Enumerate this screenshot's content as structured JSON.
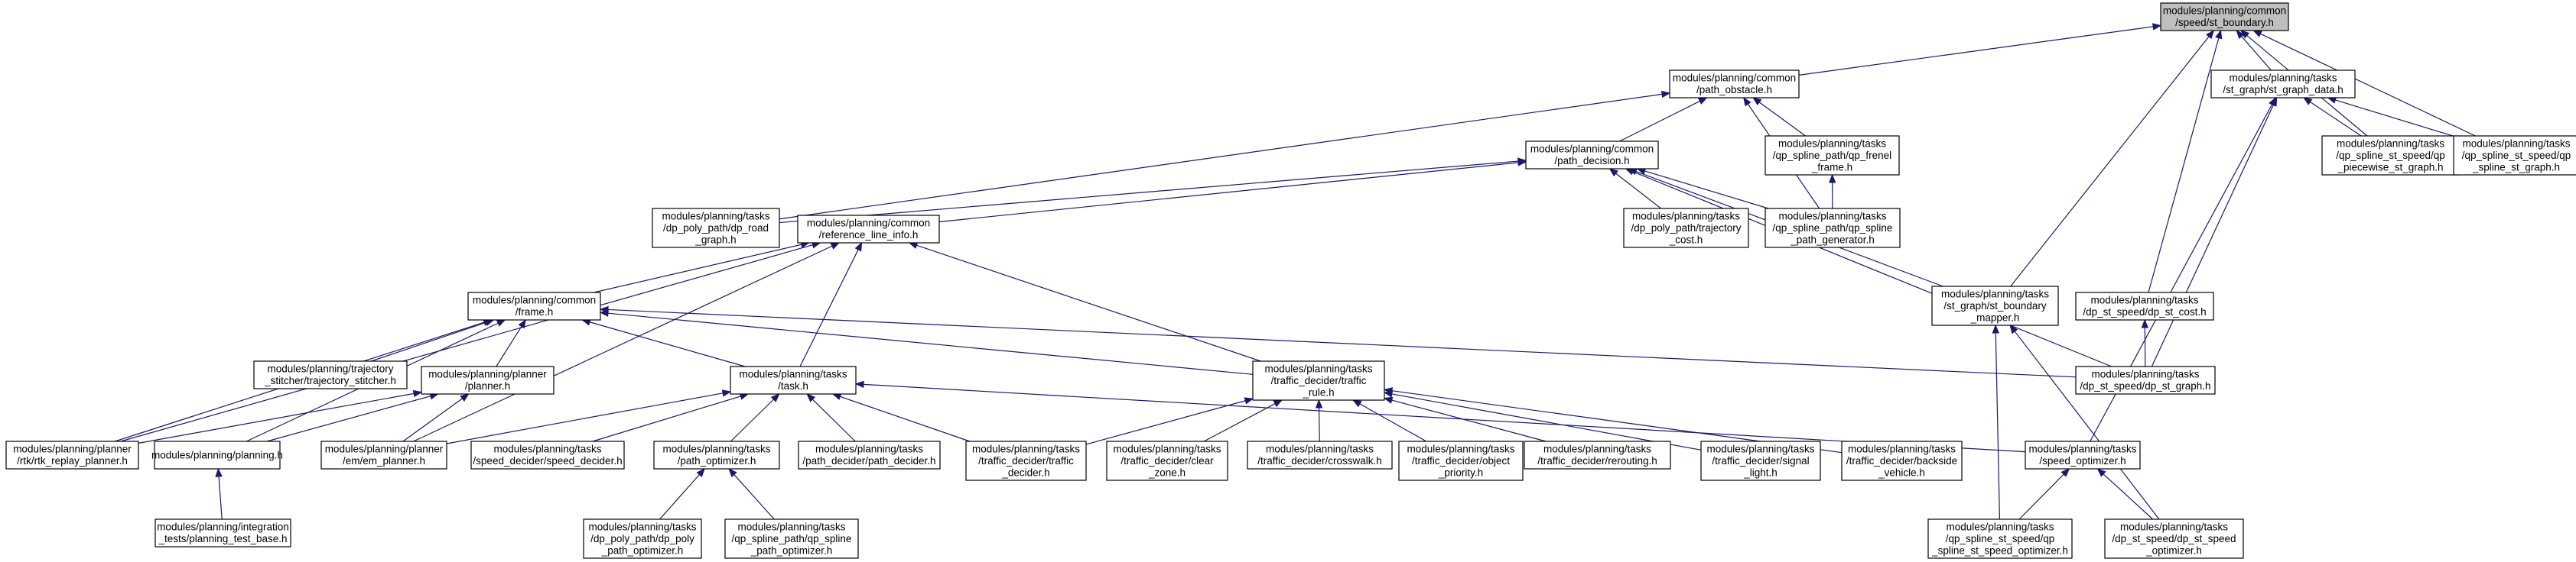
{
  "graph": {
    "root": "st_boundary",
    "nodes": [
      {
        "id": "st_boundary",
        "lines": [
          "modules/planning/common",
          "/speed/st_boundary.h"
        ],
        "root": true
      },
      {
        "id": "path_obstacle",
        "lines": [
          "modules/planning/common",
          "/path_obstacle.h"
        ]
      },
      {
        "id": "st_graph_data",
        "lines": [
          "modules/planning/tasks",
          "/st_graph/st_graph_data.h"
        ]
      },
      {
        "id": "path_decision",
        "lines": [
          "modules/planning/common",
          "/path_decision.h"
        ]
      },
      {
        "id": "qp_frenel_frame",
        "lines": [
          "modules/planning/tasks",
          "/qp_spline_path/qp_frenel",
          "_frame.h"
        ]
      },
      {
        "id": "qp_piecewise_st_graph",
        "lines": [
          "modules/planning/tasks",
          "/qp_spline_st_speed/qp",
          "_piecewise_st_graph.h"
        ]
      },
      {
        "id": "qp_spline_st_graph",
        "lines": [
          "modules/planning/tasks",
          "/qp_spline_st_speed/qp",
          "_spline_st_graph.h"
        ]
      },
      {
        "id": "dp_road_graph",
        "lines": [
          "modules/planning/tasks",
          "/dp_poly_path/dp_road",
          "_graph.h"
        ]
      },
      {
        "id": "reference_line_info",
        "lines": [
          "modules/planning/common",
          "/reference_line_info.h"
        ]
      },
      {
        "id": "trajectory_cost",
        "lines": [
          "modules/planning/tasks",
          "/dp_poly_path/trajectory",
          "_cost.h"
        ]
      },
      {
        "id": "qp_spline_path_generator",
        "lines": [
          "modules/planning/tasks",
          "/qp_spline_path/qp_spline",
          "_path_generator.h"
        ]
      },
      {
        "id": "frame",
        "lines": [
          "modules/planning/common",
          "/frame.h"
        ]
      },
      {
        "id": "st_boundary_mapper",
        "lines": [
          "modules/planning/tasks",
          "/st_graph/st_boundary",
          "_mapper.h"
        ]
      },
      {
        "id": "dp_st_cost",
        "lines": [
          "modules/planning/tasks",
          "/dp_st_speed/dp_st_cost.h"
        ]
      },
      {
        "id": "trajectory_stitcher",
        "lines": [
          "modules/planning/trajectory",
          "_stitcher/trajectory_stitcher.h"
        ]
      },
      {
        "id": "planner",
        "lines": [
          "modules/planning/planner",
          "/planner.h"
        ]
      },
      {
        "id": "task",
        "lines": [
          "modules/planning/tasks",
          "/task.h"
        ]
      },
      {
        "id": "traffic_rule",
        "lines": [
          "modules/planning/tasks",
          "/traffic_decider/traffic",
          "_rule.h"
        ]
      },
      {
        "id": "dp_st_graph",
        "lines": [
          "modules/planning/tasks",
          "/dp_st_speed/dp_st_graph.h"
        ]
      },
      {
        "id": "rtk_replay_planner",
        "lines": [
          "modules/planning/planner",
          "/rtk/rtk_replay_planner.h"
        ]
      },
      {
        "id": "planning",
        "lines": [
          "modules/planning/planning.h"
        ]
      },
      {
        "id": "em_planner",
        "lines": [
          "modules/planning/planner",
          "/em/em_planner.h"
        ]
      },
      {
        "id": "speed_decider",
        "lines": [
          "modules/planning/tasks",
          "/speed_decider/speed_decider.h"
        ]
      },
      {
        "id": "path_optimizer",
        "lines": [
          "modules/planning/tasks",
          "/path_optimizer.h"
        ]
      },
      {
        "id": "path_decider",
        "lines": [
          "modules/planning/tasks",
          "/path_decider/path_decider.h"
        ]
      },
      {
        "id": "traffic_decider",
        "lines": [
          "modules/planning/tasks",
          "/traffic_decider/traffic",
          "_decider.h"
        ]
      },
      {
        "id": "clear_zone",
        "lines": [
          "modules/planning/tasks",
          "/traffic_decider/clear",
          "_zone.h"
        ]
      },
      {
        "id": "crosswalk",
        "lines": [
          "modules/planning/tasks",
          "/traffic_decider/crosswalk.h"
        ]
      },
      {
        "id": "object_priority",
        "lines": [
          "modules/planning/tasks",
          "/traffic_decider/object",
          "_priority.h"
        ]
      },
      {
        "id": "rerouting",
        "lines": [
          "modules/planning/tasks",
          "/traffic_decider/rerouting.h"
        ]
      },
      {
        "id": "signal_light",
        "lines": [
          "modules/planning/tasks",
          "/traffic_decider/signal",
          "_light.h"
        ]
      },
      {
        "id": "backside_vehicle",
        "lines": [
          "modules/planning/tasks",
          "/traffic_decider/backside",
          "_vehicle.h"
        ]
      },
      {
        "id": "speed_optimizer",
        "lines": [
          "modules/planning/tasks",
          "/speed_optimizer.h"
        ]
      },
      {
        "id": "planning_test_base",
        "lines": [
          "modules/planning/integration",
          "_tests/planning_test_base.h"
        ]
      },
      {
        "id": "dp_poly_path_optimizer",
        "lines": [
          "modules/planning/tasks",
          "/dp_poly_path/dp_poly",
          "_path_optimizer.h"
        ]
      },
      {
        "id": "qp_spline_path_optimizer",
        "lines": [
          "modules/planning/tasks",
          "/qp_spline_path/qp_spline",
          "_path_optimizer.h"
        ]
      },
      {
        "id": "qp_spline_st_speed_optimizer",
        "lines": [
          "modules/planning/tasks",
          "/qp_spline_st_speed/qp",
          "_spline_st_speed_optimizer.h"
        ]
      },
      {
        "id": "dp_st_speed_optimizer",
        "lines": [
          "modules/planning/tasks",
          "/dp_st_speed/dp_st_speed",
          "_optimizer.h"
        ]
      }
    ],
    "edges": [
      {
        "from": "path_obstacle",
        "to": "st_boundary"
      },
      {
        "from": "st_graph_data",
        "to": "st_boundary"
      },
      {
        "from": "st_boundary_mapper",
        "to": "st_boundary"
      },
      {
        "from": "dp_st_cost",
        "to": "st_boundary"
      },
      {
        "from": "qp_piecewise_st_graph",
        "to": "st_boundary"
      },
      {
        "from": "qp_spline_st_graph",
        "to": "st_boundary"
      },
      {
        "from": "path_decision",
        "to": "path_obstacle"
      },
      {
        "from": "qp_frenel_frame",
        "to": "path_obstacle"
      },
      {
        "from": "dp_road_graph",
        "to": "path_obstacle"
      },
      {
        "from": "qp_spline_path_generator",
        "to": "path_obstacle"
      },
      {
        "from": "qp_piecewise_st_graph",
        "to": "st_graph_data"
      },
      {
        "from": "qp_spline_st_graph",
        "to": "st_graph_data"
      },
      {
        "from": "dp_st_graph",
        "to": "st_graph_data"
      },
      {
        "from": "speed_optimizer",
        "to": "st_graph_data"
      },
      {
        "from": "dp_road_graph",
        "to": "path_decision"
      },
      {
        "from": "reference_line_info",
        "to": "path_decision"
      },
      {
        "from": "trajectory_cost",
        "to": "path_decision"
      },
      {
        "from": "qp_spline_path_generator",
        "to": "path_decision"
      },
      {
        "from": "st_boundary_mapper",
        "to": "path_decision"
      },
      {
        "from": "dp_st_graph",
        "to": "path_decision"
      },
      {
        "from": "qp_spline_path_generator",
        "to": "qp_frenel_frame"
      },
      {
        "from": "frame",
        "to": "reference_line_info"
      },
      {
        "from": "task",
        "to": "reference_line_info"
      },
      {
        "from": "traffic_rule",
        "to": "reference_line_info"
      },
      {
        "from": "rtk_replay_planner",
        "to": "reference_line_info"
      },
      {
        "from": "em_planner",
        "to": "reference_line_info"
      },
      {
        "from": "dp_st_graph",
        "to": "dp_st_cost"
      },
      {
        "from": "qp_spline_st_speed_optimizer",
        "to": "st_boundary_mapper"
      },
      {
        "from": "dp_st_speed_optimizer",
        "to": "st_boundary_mapper"
      },
      {
        "from": "trajectory_stitcher",
        "to": "frame"
      },
      {
        "from": "planner",
        "to": "frame"
      },
      {
        "from": "task",
        "to": "frame"
      },
      {
        "from": "traffic_rule",
        "to": "frame"
      },
      {
        "from": "dp_st_graph",
        "to": "frame"
      },
      {
        "from": "rtk_replay_planner",
        "to": "frame"
      },
      {
        "from": "planning",
        "to": "frame"
      },
      {
        "from": "rtk_replay_planner",
        "to": "planner"
      },
      {
        "from": "planning",
        "to": "planner"
      },
      {
        "from": "em_planner",
        "to": "planner"
      },
      {
        "from": "em_planner",
        "to": "task"
      },
      {
        "from": "speed_decider",
        "to": "task"
      },
      {
        "from": "path_optimizer",
        "to": "task"
      },
      {
        "from": "path_decider",
        "to": "task"
      },
      {
        "from": "traffic_decider",
        "to": "task"
      },
      {
        "from": "speed_optimizer",
        "to": "task"
      },
      {
        "from": "traffic_decider",
        "to": "traffic_rule"
      },
      {
        "from": "clear_zone",
        "to": "traffic_rule"
      },
      {
        "from": "crosswalk",
        "to": "traffic_rule"
      },
      {
        "from": "object_priority",
        "to": "traffic_rule"
      },
      {
        "from": "rerouting",
        "to": "traffic_rule"
      },
      {
        "from": "signal_light",
        "to": "traffic_rule"
      },
      {
        "from": "backside_vehicle",
        "to": "traffic_rule"
      },
      {
        "from": "planning_test_base",
        "to": "planning"
      },
      {
        "from": "dp_poly_path_optimizer",
        "to": "path_optimizer"
      },
      {
        "from": "qp_spline_path_optimizer",
        "to": "path_optimizer"
      },
      {
        "from": "qp_spline_st_speed_optimizer",
        "to": "speed_optimizer"
      },
      {
        "from": "dp_st_speed_optimizer",
        "to": "speed_optimizer"
      }
    ]
  }
}
